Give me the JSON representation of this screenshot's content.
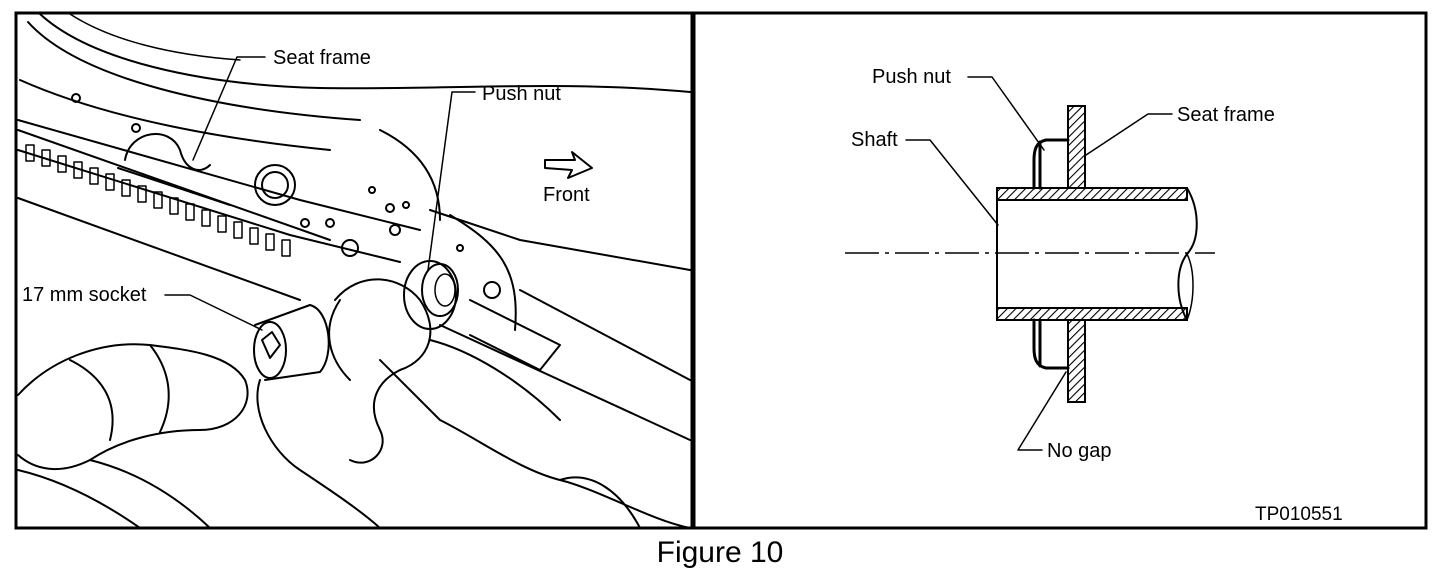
{
  "left_panel": {
    "labels": {
      "seat_frame": "Seat frame",
      "push_nut": "Push nut",
      "front": "Front",
      "socket": "17 mm socket"
    }
  },
  "right_panel": {
    "labels": {
      "push_nut": "Push nut",
      "seat_frame": "Seat frame",
      "shaft": "Shaft",
      "no_gap": "No gap"
    },
    "code": "TP010551"
  },
  "caption": "Figure 10"
}
